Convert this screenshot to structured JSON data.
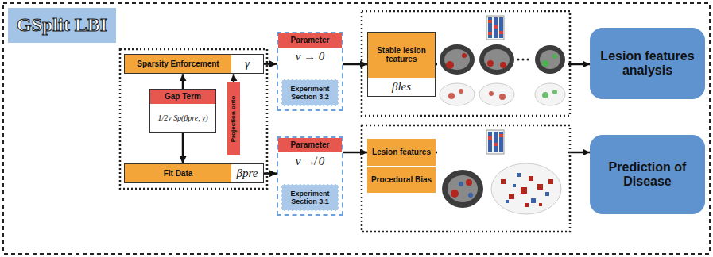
{
  "diagram": {
    "nodes": [
      {
        "text": [
          "GSplit LBI"
        ]
      },
      {
        "text": [
          "Sparsity Enforcement",
          "γ"
        ]
      },
      {
        "text": [
          "Gap Term",
          "1/2ν Sρ(βpre, γ)"
        ]
      },
      {
        "text": [
          "Projection onto"
        ]
      },
      {
        "text": [
          "Fit Data",
          "βpre"
        ]
      },
      {
        "text": [
          "Parameter",
          "ν → 0"
        ]
      },
      {
        "text": [
          "Experiment Section 3.2"
        ],
        "in": 5
      },
      {
        "text": [
          "Parameter",
          "ν ↛ 0"
        ]
      },
      {
        "text": [
          "Experiment Section 3.1"
        ],
        "in": 7
      },
      {
        "text": [
          "Stable lesion features",
          "βles"
        ]
      },
      {
        "text": [
          "Lesion features"
        ]
      },
      {
        "text": [
          "Procedural Bias"
        ]
      },
      {
        "text": [
          "Lesion features analysis"
        ]
      },
      {
        "text": [
          "Prediction of Disease"
        ]
      }
    ],
    "edges": [
      {
        "from": 2,
        "to": 1,
        "arrow": "to"
      },
      {
        "from": 2,
        "to": 4,
        "arrow": "to"
      },
      {
        "from": 3,
        "to": 1,
        "arrow": "to"
      },
      {
        "from": 1,
        "to": 5,
        "arrow": "to"
      },
      {
        "from": 4,
        "to": 7,
        "arrow": "to"
      },
      {
        "from": 5,
        "to": 9,
        "arrow": "to"
      },
      {
        "from": 7,
        "to": 10,
        "arrow": "to"
      },
      {
        "from": 9,
        "to": 12,
        "arrow": "to"
      },
      {
        "from": 10,
        "to": 13,
        "arrow": "to"
      }
    ]
  }
}
